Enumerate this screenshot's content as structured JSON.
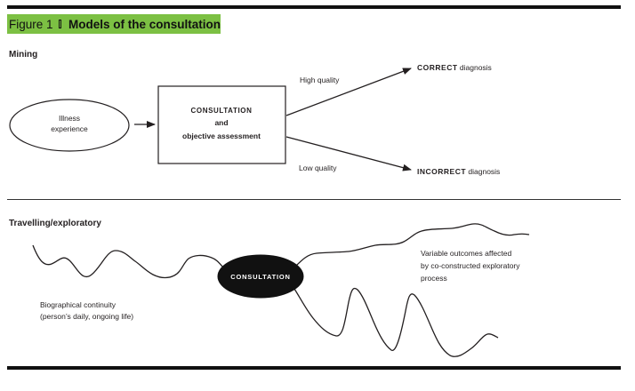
{
  "figure": {
    "label": "Figure 1",
    "title": "Models of the consultation"
  },
  "mining": {
    "heading": "Mining",
    "illness_line1": "Illness",
    "illness_line2": "experience",
    "box_line1": "CONSULTATION",
    "box_line2": "and",
    "box_line3": "objective assessment",
    "high_quality": "High quality",
    "low_quality": "Low quality",
    "correct_strong": "CORRECT",
    "correct_rest": " diagnosis",
    "incorrect_strong": "INCORRECT",
    "incorrect_rest": " diagnosis"
  },
  "travelling": {
    "heading": "Travelling/exploratory",
    "consultation_label": "CONSULTATION",
    "bio_line1": "Biographical continuity",
    "bio_line2": "(person’s daily, ongoing life)",
    "outcome_line1": "Variable outcomes affected",
    "outcome_line2": "by co-constructed exploratory",
    "outcome_line3": "process"
  },
  "colors": {
    "title_band": "#7cc043",
    "ink": "#231f20"
  }
}
